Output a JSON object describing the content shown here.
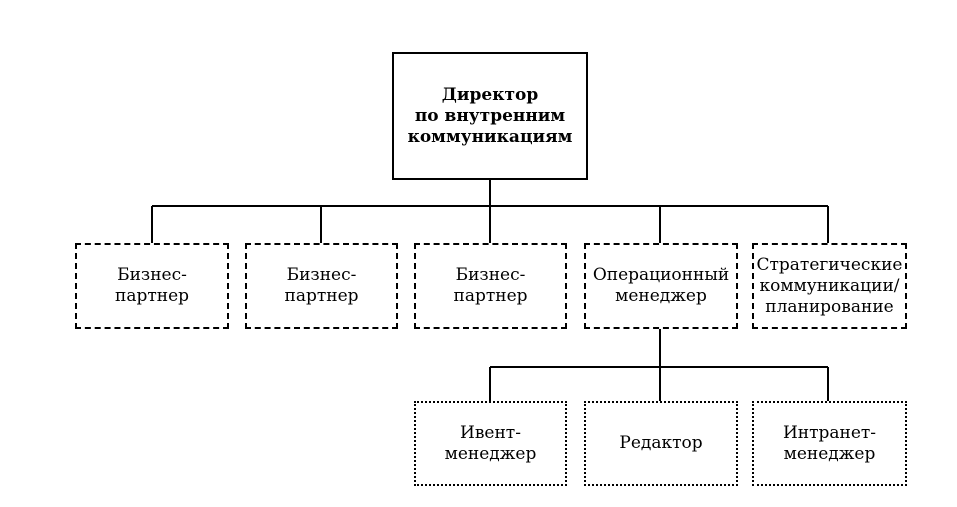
{
  "org_chart": {
    "director": {
      "label": "Директор\nпо внутренним\nкоммуникациям"
    },
    "level1": [
      {
        "label": "Бизнес-\nпартнер"
      },
      {
        "label": "Бизнес-\nпартнер"
      },
      {
        "label": "Бизнес-\nпартнер"
      },
      {
        "label": "Операционный\nменеджер"
      },
      {
        "label": "Стратегические\nкоммуникации/\nпланирование"
      }
    ],
    "level2": [
      {
        "label": "Ивент-\nменеджер"
      },
      {
        "label": "Редактор"
      },
      {
        "label": "Интранет-\nменеджер"
      }
    ]
  }
}
